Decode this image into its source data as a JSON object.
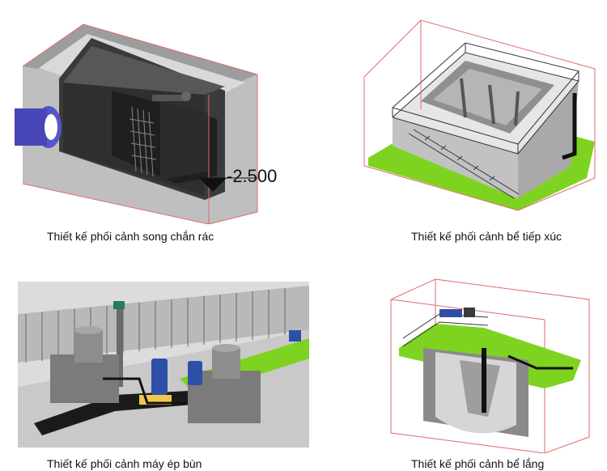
{
  "figures": [
    {
      "caption": "Thiết kế phối cảnh song chắn rác",
      "elevation_label": "-2.500"
    },
    {
      "caption": "Thiết kế phối cảnh bể tiếp xúc"
    },
    {
      "caption": "Thiết kế phối cảnh máy ép bùn"
    },
    {
      "caption": "Thiết kế phối cảnh bể lắng"
    }
  ],
  "colors": {
    "green": "#7ed321",
    "concrete": "#3a3a3a",
    "light_concrete": "#cfcfcf",
    "pipe": "#4b4bcc",
    "frame": "#e26a6a"
  }
}
